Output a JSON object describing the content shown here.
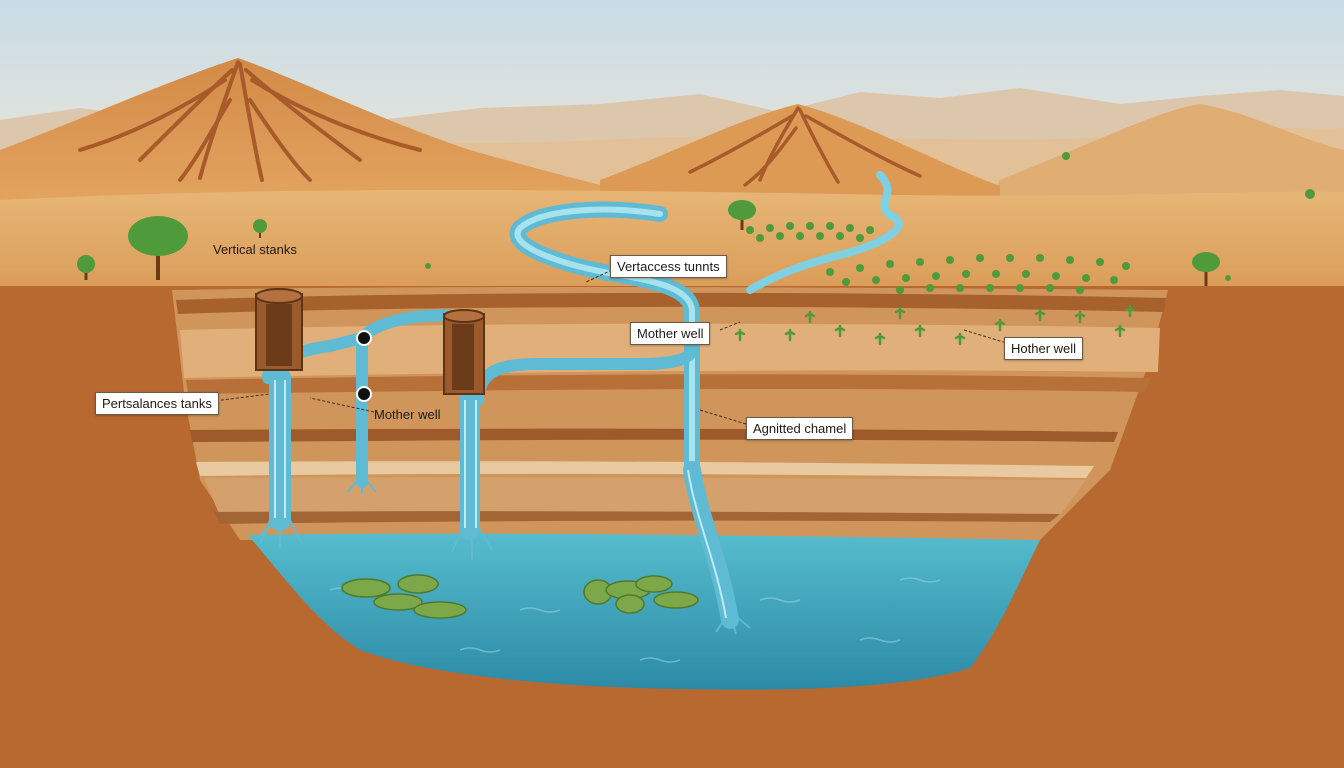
{
  "diagram": {
    "labels": {
      "vertical_stanks": "Vertical stanks",
      "vertaccess_tunnts": "Vertaccess tunnts",
      "mother_well_top": "Mother well",
      "hother_well": "Hother well",
      "pertsalances_tanks": "Pertsalances tanks",
      "mother_well_side": "Mother well",
      "agnitted_chamel": "Agnitted chamel"
    }
  },
  "colors": {
    "sky_top": "#c8dbe6",
    "sky_bottom": "#eee7d8",
    "distant_hills": "#d9c3a6",
    "mountain": "#d7954f",
    "mountain_ridge": "#a85a2a",
    "desert_plain": "#e0a45f",
    "soil_dark": "#b86a32",
    "soil_mid": "#c98a4c",
    "soil_light": "#d9a46b",
    "aquifer": "#3fa9bf",
    "aquifer_deep": "#2a8aa5",
    "water_channel": "#7fd0e3",
    "well_wood": "#9a5a2b",
    "vegetation": "#4f9a3a",
    "label_bg": "#ffffff"
  },
  "icons": [
    "tree-icon",
    "crop-row-icon",
    "lily-pad-icon"
  ]
}
